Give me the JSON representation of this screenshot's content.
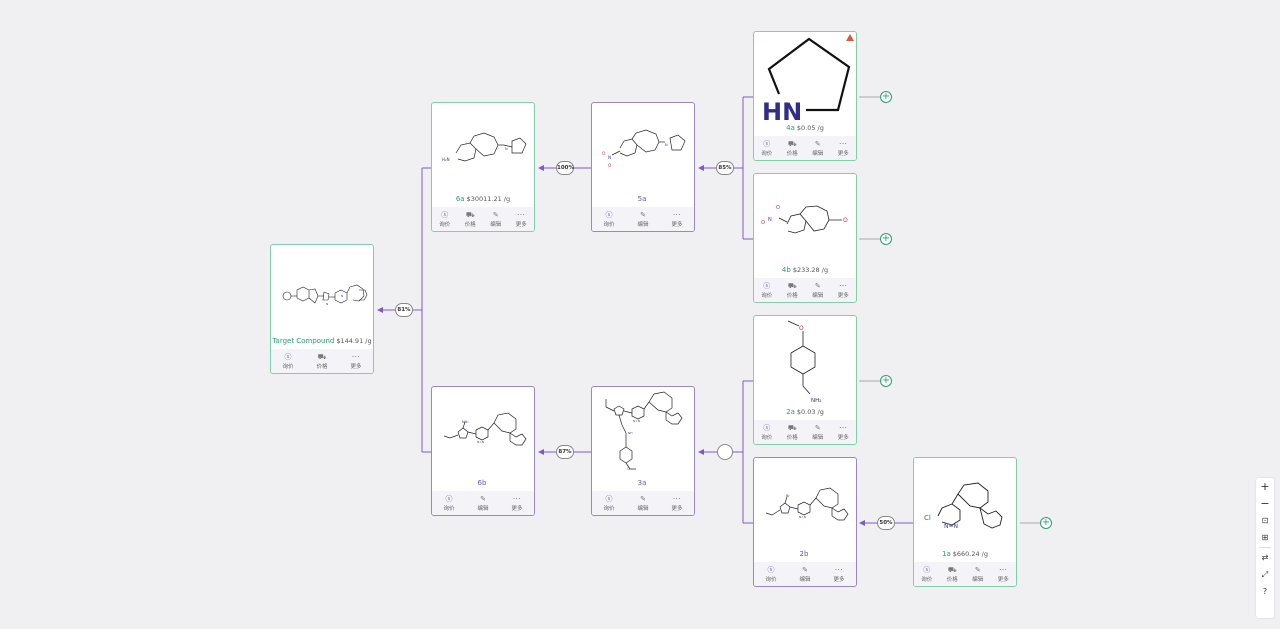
{
  "nodes": {
    "target": {
      "id": "Target Compound",
      "price": "$144.91 /g",
      "actions": [
        "询价",
        "价格",
        "更多"
      ]
    },
    "n6a": {
      "id": "6a",
      "price": "$30011.21 /g",
      "actions": [
        "询价",
        "价格",
        "编辑",
        "更多"
      ]
    },
    "n5a": {
      "id": "5a",
      "price": "",
      "actions": [
        "询价",
        "编辑",
        "更多"
      ]
    },
    "n4a": {
      "id": "4a",
      "price": "$0.05 /g",
      "actions": [
        "询价",
        "价格",
        "编辑",
        "更多"
      ],
      "atom_label": "HN"
    },
    "n4b": {
      "id": "4b",
      "price": "$233.28 /g",
      "actions": [
        "询价",
        "价格",
        "编辑",
        "更多"
      ]
    },
    "n2a": {
      "id": "2a",
      "price": "$0.03 /g",
      "actions": [
        "询价",
        "价格",
        "编辑",
        "更多"
      ]
    },
    "n6b": {
      "id": "6b",
      "price": "",
      "actions": [
        "询价",
        "编辑",
        "更多"
      ]
    },
    "n3a": {
      "id": "3a",
      "price": "",
      "actions": [
        "询价",
        "编辑",
        "更多"
      ]
    },
    "n2b": {
      "id": "2b",
      "price": "",
      "actions": [
        "询价",
        "编辑",
        "更多"
      ]
    },
    "n1a": {
      "id": "1a",
      "price": "$660.24 /g",
      "actions": [
        "询价",
        "价格",
        "编辑",
        "更多"
      ]
    }
  },
  "yields": {
    "target": "81%",
    "n6a": "100%",
    "n5a": "85%",
    "n6b": "87%",
    "n3a": "",
    "n2b": "50%"
  },
  "icons": {
    "inquiry": "dollar-icon",
    "price": "cart-icon",
    "edit": "edit-icon",
    "more": "ellipsis-icon",
    "expand": "plus-circle-icon",
    "warning": "warning-triangle-icon"
  },
  "toolbar": [
    "zoom-in-icon",
    "zoom-out-icon",
    "fit-view-icon",
    "fullscreen-icon",
    "swap-layout-icon",
    "route-icon",
    "help-icon"
  ],
  "colors": {
    "green": "#26a16b",
    "purple": "#6a55b5",
    "arrow": "#7b5cc4",
    "warning": "#e0533d"
  }
}
